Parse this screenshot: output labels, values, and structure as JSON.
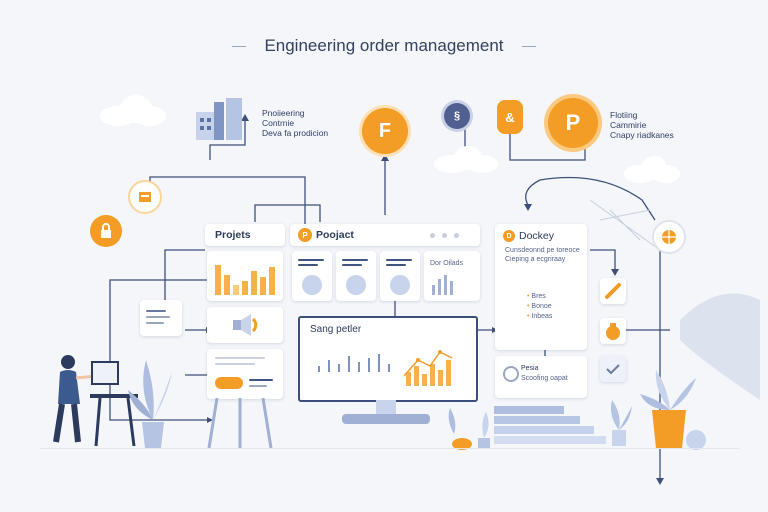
{
  "title": "Engineering order management",
  "top_left_label": {
    "line1": "Pnoiieering",
    "line2": "Contrnie",
    "line3": "Deva fa prodicion"
  },
  "top_right_label": {
    "line1": "Flotiing",
    "line2": "Cammirie",
    "line3": "Cnapy riadkanes"
  },
  "badges": {
    "f": "F",
    "p": "P",
    "small1": "§",
    "small2": "&"
  },
  "cards": {
    "projets": {
      "title": "Projets"
    },
    "project": {
      "title": "Poojact",
      "stat_label": "Dor Oilads"
    },
    "monitor": {
      "title": "Sang petler"
    },
    "dockey": {
      "title": "Dockey",
      "sub1": "Cunsdeonnd pe toreoce",
      "sub2": "Cieping a ecgriraay",
      "items": [
        "Bres",
        "Bonoe",
        "Inbeas"
      ]
    },
    "pass": {
      "title": "Pesia",
      "sub": "Scoofing oapat"
    }
  },
  "colors": {
    "accent": "#f39c26",
    "navy": "#2f3f66",
    "background": "#f4f6fa"
  },
  "icons": [
    "cloud-icon",
    "building-icon",
    "gear-icon",
    "clipboard-icon",
    "speaker-icon",
    "wrench-icon",
    "checkmark-icon",
    "money-bag-icon",
    "globe-icon",
    "plant-icon",
    "person-icon"
  ]
}
